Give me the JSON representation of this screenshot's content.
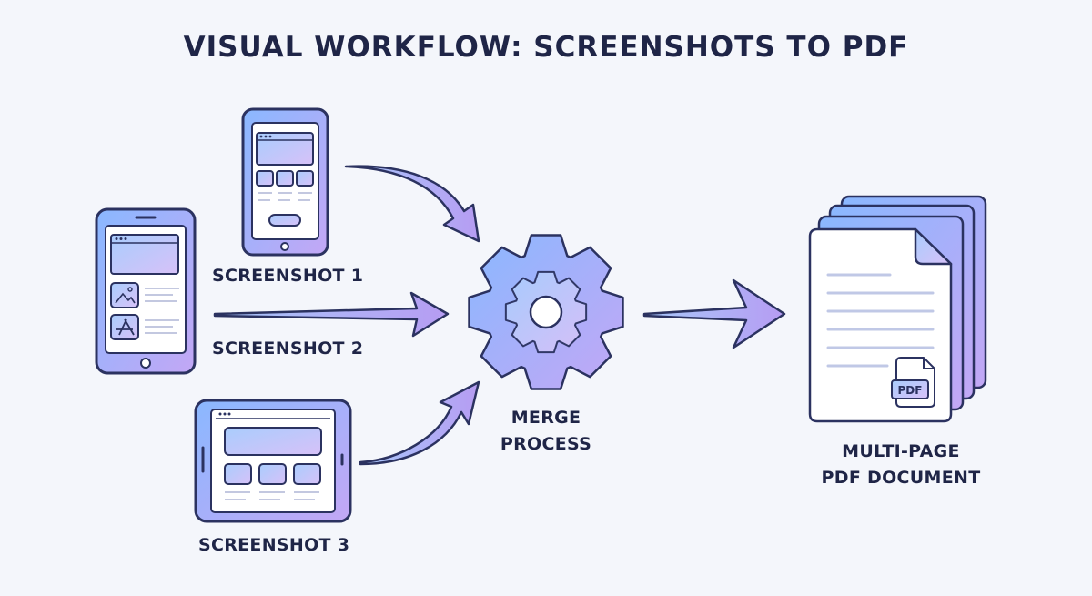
{
  "title": "VISUAL WORKFLOW: SCREENSHOTS TO PDF",
  "labels": {
    "screenshot_1": "SCREENSHOT 1",
    "screenshot_2": "SCREENSHOT 2",
    "screenshot_3": "SCREENSHOT 3",
    "merge_line1": "MERGE",
    "merge_line2": "PROCESS",
    "output_line1": "MULTI-PAGE",
    "output_line2": "PDF DOCUMENT",
    "pdf_badge": "PDF"
  },
  "icons": {
    "screenshot_1": "phone-icon",
    "screenshot_2": "phone-icon",
    "screenshot_3": "tablet-icon",
    "merge": "gear-icon",
    "output": "document-stack-icon"
  },
  "colors": {
    "outline": "#2b3260",
    "gradient_start": "#8ab8ff",
    "gradient_end": "#c3a7f5",
    "background": "#f4f6fb"
  }
}
